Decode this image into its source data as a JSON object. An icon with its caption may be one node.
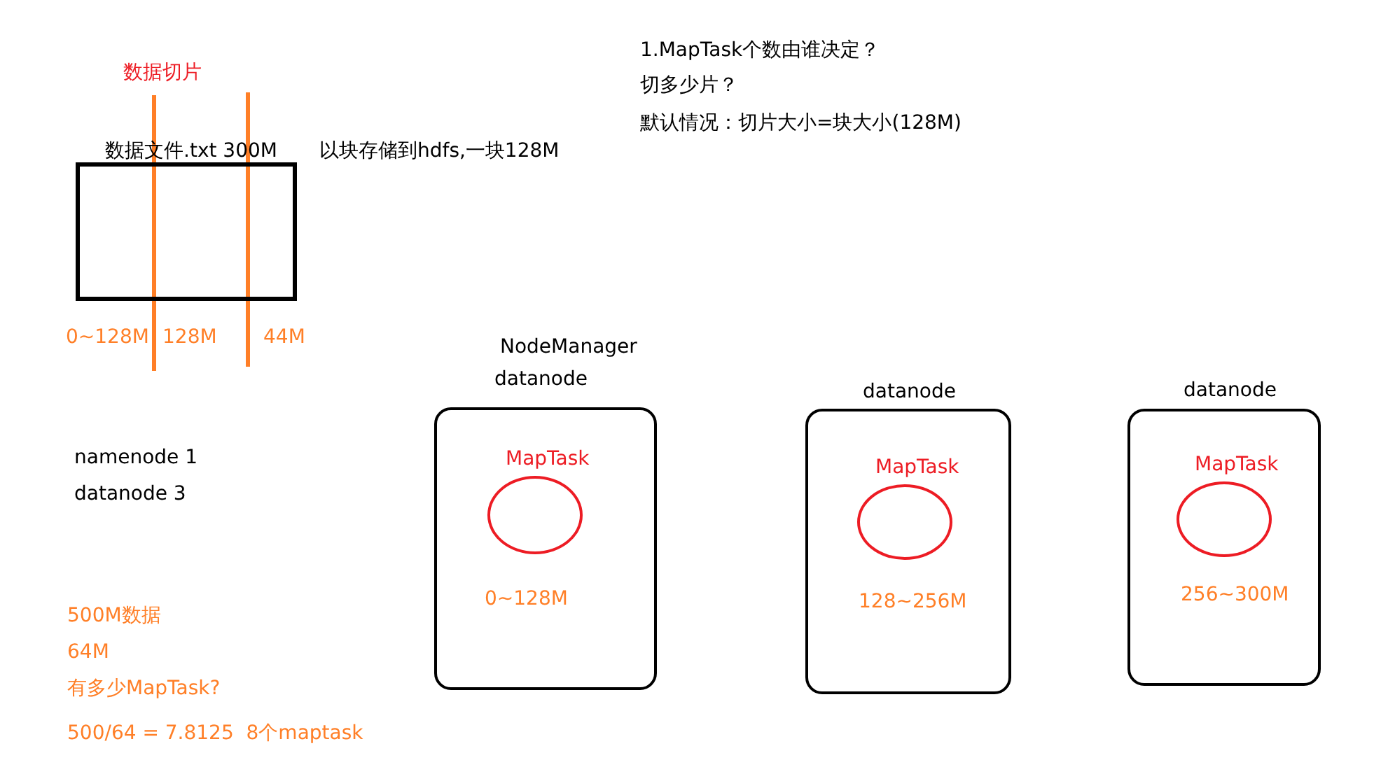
{
  "diagram": {
    "nodes": [
      {
        "text": [
          "数据文件.txt 300M"
        ],
        "beside": [
          "以块存储到hdfs,一块128M"
        ]
      },
      {
        "text": [
          "NodeManager",
          "datanode",
          "0~128M"
        ]
      },
      {
        "text": [
          "MapTask"
        ],
        "in": 1
      },
      {
        "text": [
          "datanode",
          "128~256M"
        ]
      },
      {
        "text": [
          "MapTask"
        ],
        "in": 3
      },
      {
        "text": [
          "datanode",
          "256~300M"
        ]
      },
      {
        "text": [
          "MapTask"
        ],
        "in": 5
      }
    ],
    "labels": [
      "1.MapTask个数由谁决定？",
      "切多少片？",
      "默认情况：切片大小=块大小(128M)",
      "数据切片",
      "0~128M",
      "128M",
      "44M",
      "namenode 1",
      "datanode 3",
      "500M数据",
      "64M",
      "有多少MapTask?",
      "500/64 = 7.8125  8个maptask"
    ]
  }
}
